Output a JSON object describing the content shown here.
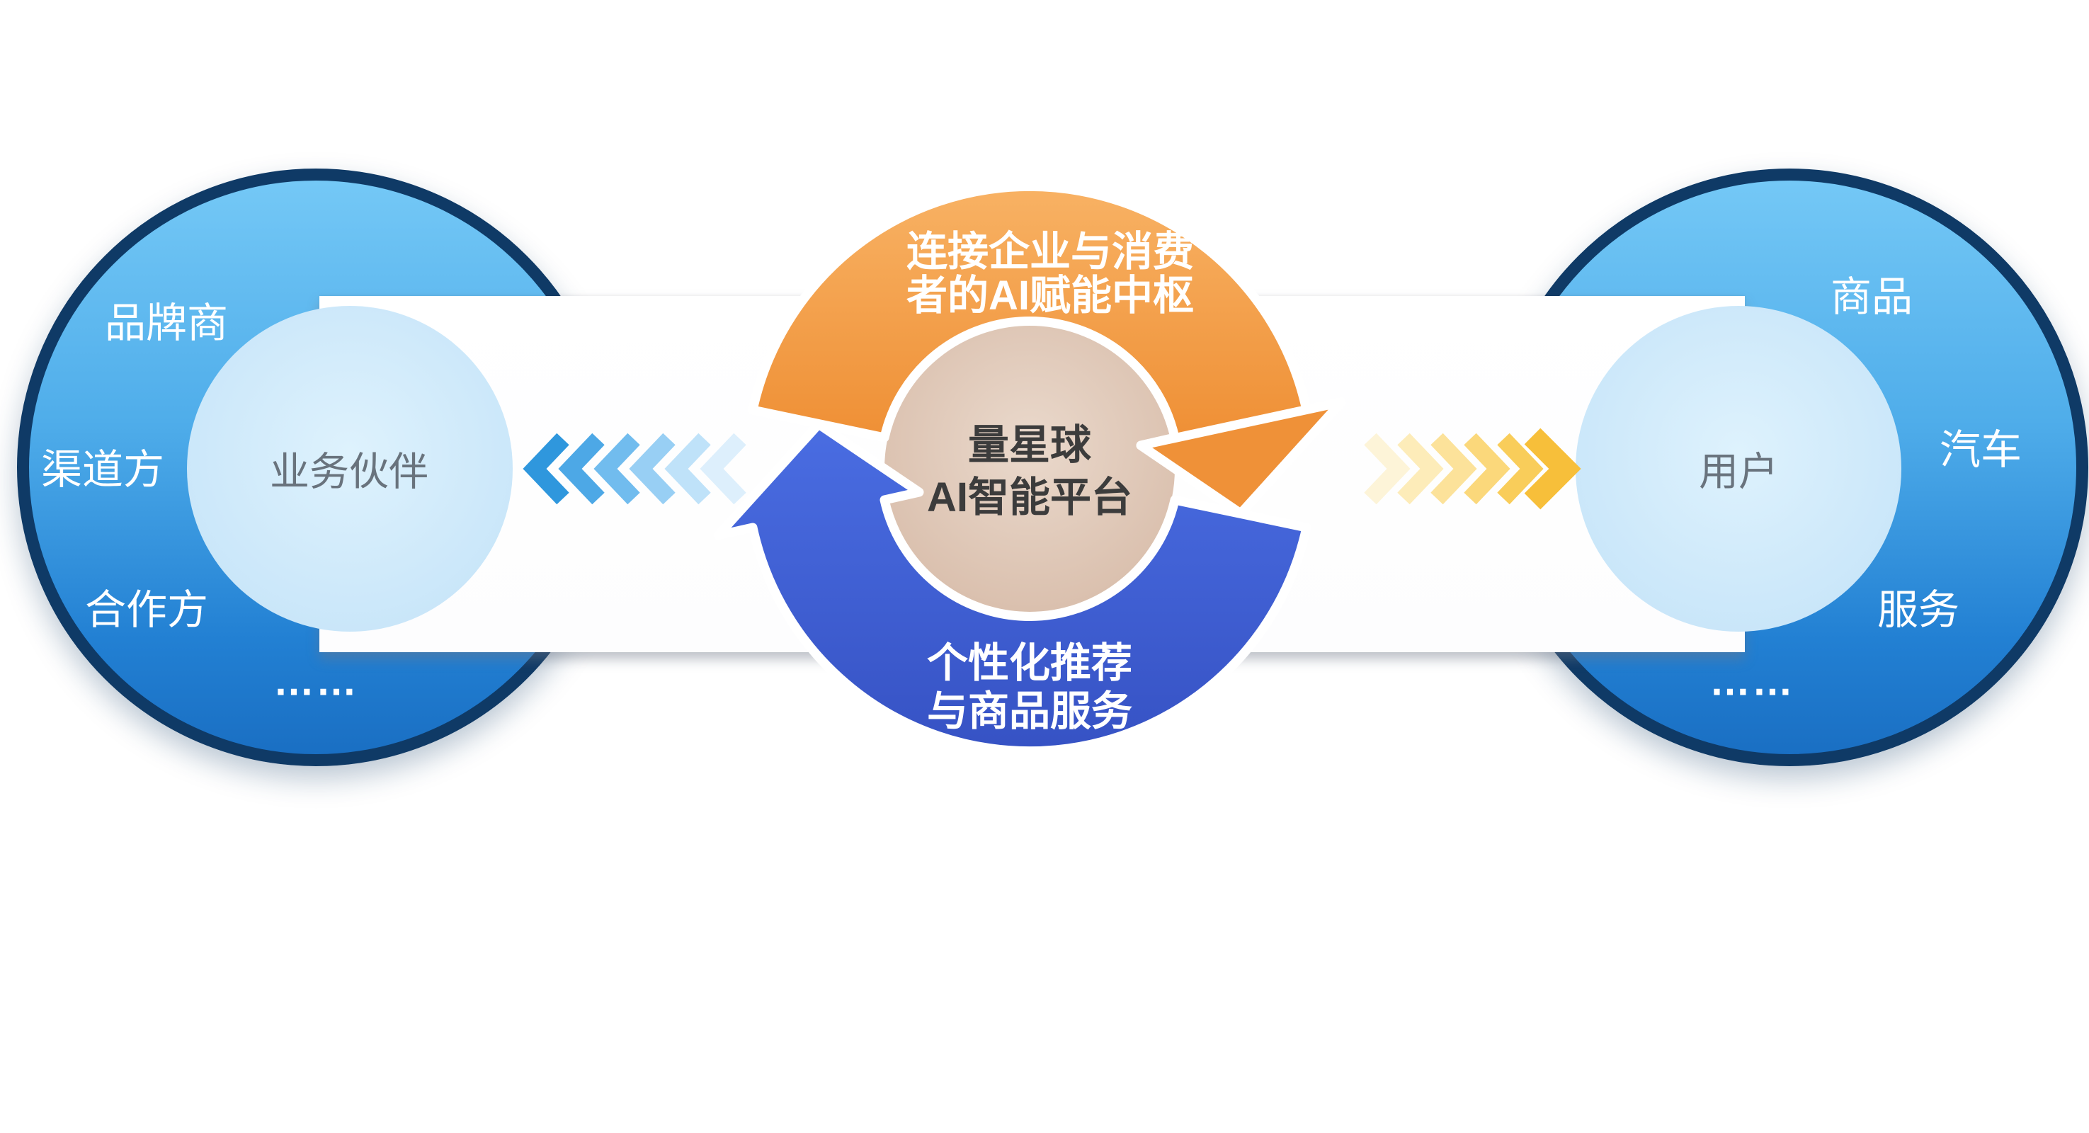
{
  "title": "AI platform ecosystem cycle diagram",
  "left_circle": {
    "items": [
      "品牌商",
      "渠道方",
      "合作方",
      "……"
    ],
    "inner_label": "业务伙伴"
  },
  "right_circle": {
    "items": [
      "商品",
      "汽车",
      "服务",
      "……"
    ],
    "inner_label": "用户"
  },
  "center": {
    "top_line1": "连接企业与消费",
    "top_line2": "者的AI赋能中枢",
    "core_line1": "量星球",
    "core_line2": "AI智能平台",
    "bottom_line1": "个性化推荐",
    "bottom_line2": "与商品服务"
  },
  "icons": {
    "left_flow": "chevrons-left-icon",
    "right_flow": "chevrons-right-icon"
  },
  "colors": {
    "big_circle_top": "#74c8f6",
    "big_circle_bottom": "#1a6fc3",
    "big_circle_border": "#0f3a66",
    "inner_circle": "#c9e6f9",
    "orange_arc": "#ef9138",
    "blue_arc": "#4063d8",
    "core_circle": "#dcc2b0",
    "band": "#ffffff"
  }
}
